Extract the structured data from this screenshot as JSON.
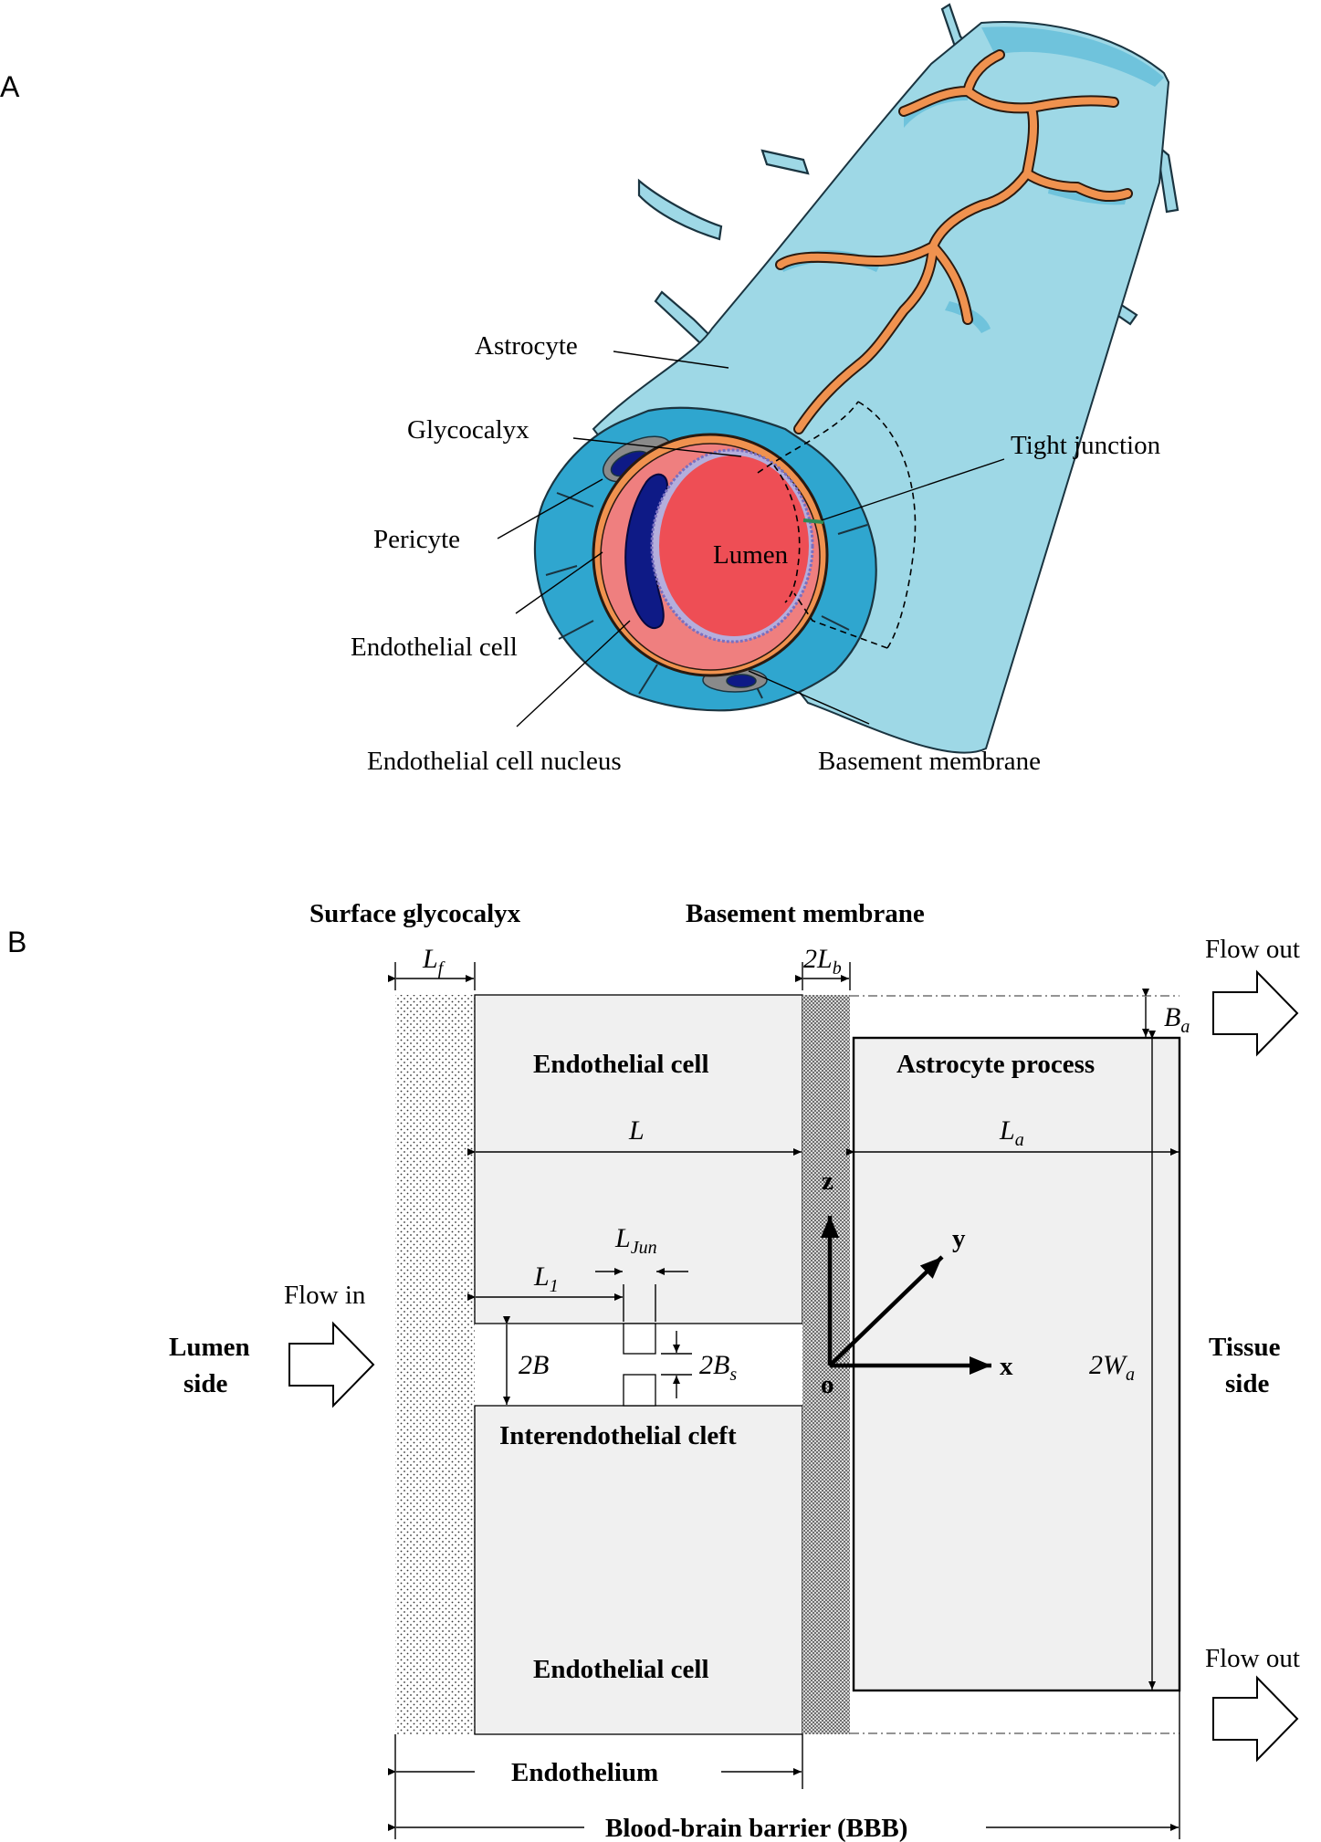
{
  "panel_a": {
    "letter": "A",
    "labels": {
      "astrocyte": "Astrocyte",
      "glycocalyx": "Glycocalyx",
      "pericyte": "Pericyte",
      "endothelial_cell": "Endothelial cell",
      "endothelial_nucleus": "Endothelial cell nucleus",
      "lumen": "Lumen",
      "tight_junction": "Tight junction",
      "basement_membrane": "Basement membrane"
    }
  },
  "panel_b": {
    "letter": "B",
    "headers": {
      "surface_glycocalyx": "Surface glycocalyx",
      "basement_membrane": "Basement membrane"
    },
    "regions": {
      "endothelial_cell_top": "Endothelial cell",
      "astrocyte_process": "Astrocyte process",
      "interendothelial_cleft": "Interendothelial cleft",
      "endothelial_cell_bottom": "Endothelial cell"
    },
    "flows": {
      "flow_in": "Flow in",
      "flow_out_top": "Flow out",
      "flow_out_bottom": "Flow out"
    },
    "sides": {
      "lumen_line1": "Lumen",
      "lumen_line2": "side",
      "tissue_line1": "Tissue",
      "tissue_line2": "side"
    },
    "dimensions": {
      "lf": "L",
      "lf_sub": "f",
      "lb_pre": "2L",
      "lb_sub": "b",
      "ba": "B",
      "ba_sub": "a",
      "l": "L",
      "la": "L",
      "la_sub": "a",
      "l1": "L",
      "l1_sub": "1",
      "ljun": "L",
      "ljun_sub": "Jun",
      "two_b": "2B",
      "two_bs": "2B",
      "two_bs_sub": "s",
      "two_wa": "2W",
      "two_wa_sub": "a"
    },
    "axes": {
      "x": "x",
      "y": "y",
      "z": "z",
      "origin": "o"
    },
    "spans": {
      "endothelium": "Endothelium",
      "bbb": "Blood-brain barrier (BBB)"
    }
  },
  "colors": {
    "astrocyte_light": "#9ed8e6",
    "astrocyte_edge": "#5fb6d0",
    "endfoot": "#2fa6cf",
    "tight_junction": "#f0924f",
    "endothelium": "#ef7f7f",
    "lumen": "#ee4e55",
    "nucleus": "#0e1a86",
    "pericyte": "#8a8a8a",
    "cell_fill": "#f0f0f0"
  }
}
